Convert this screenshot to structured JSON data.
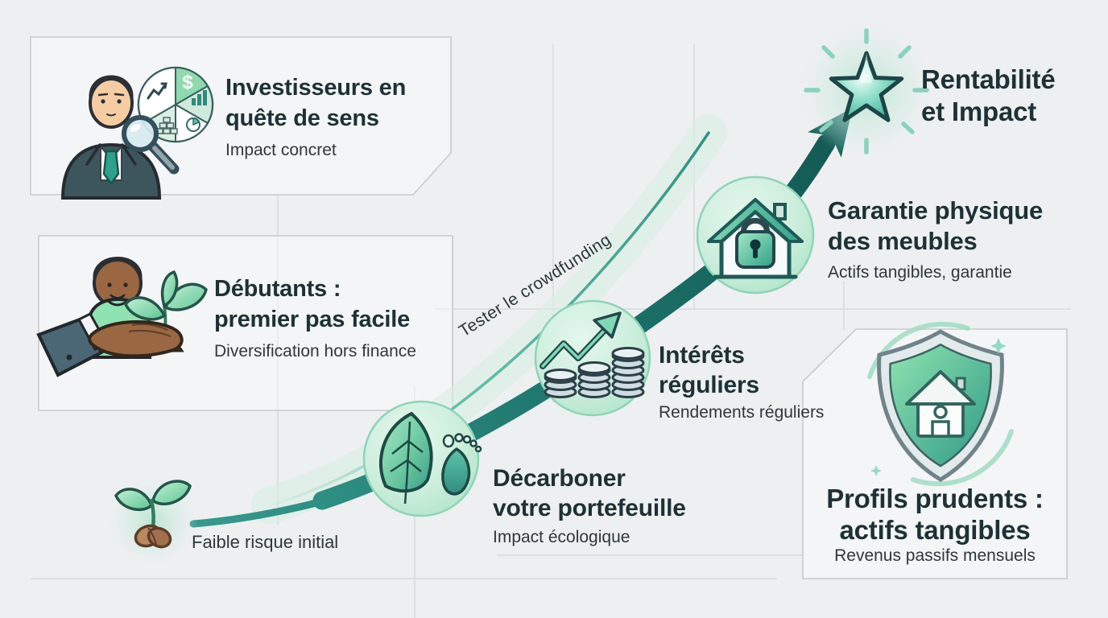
{
  "palette": {
    "background": "#edeff1",
    "accent_teal": "#1f7a71",
    "accent_teal_dark": "#135a55",
    "mint_circle_fill": "#cdeedd",
    "mint_circle_border": "#8fd4b8",
    "light_path_line": "#5bb8a3",
    "title_color": "#1d3136",
    "subtitle_color": "#2f373d",
    "card_border": "#c6cbd1",
    "grid_line": "#d5d8dc"
  },
  "icons": {
    "dollar_glyph": "$"
  },
  "investors_card": {
    "title_lines": [
      "Investisseurs en",
      "quête de sens"
    ],
    "subtitle": "Impact concret",
    "icon": "businessman-magnifier-piechart-icon"
  },
  "beginners_card": {
    "title_lines": [
      "Débutants :",
      "premier pas facile"
    ],
    "subtitle": "Diversification hors finance",
    "icon": "hand-holding-plant-icon"
  },
  "start_point": {
    "label": "Faible risque initial",
    "icon": "sprout-seed-icon"
  },
  "growth_path": {
    "label": "Tester le crowdfunding"
  },
  "milestones": [
    {
      "title_lines": [
        "Décarboner",
        "votre portefeuille"
      ],
      "subtitle": "Impact écologique",
      "icon": "leaf-footprint-icon"
    },
    {
      "title_lines": [
        "Intérêts",
        "réguliers"
      ],
      "subtitle": "Rendements réguliers",
      "icon": "coins-growth-arrow-icon"
    },
    {
      "title_lines": [
        "Garantie physique",
        "des meubles"
      ],
      "subtitle": "Actifs tangibles, garantie",
      "icon": "house-padlock-icon"
    }
  ],
  "summit": {
    "title_lines": [
      "Rentabilité",
      "et Impact"
    ],
    "icon": "star-icon"
  },
  "prudent_card": {
    "title_lines": [
      "Profils prudents :",
      "actifs tangibles"
    ],
    "subtitle": "Revenus passifs mensuels",
    "icon": "shield-house-icon"
  }
}
